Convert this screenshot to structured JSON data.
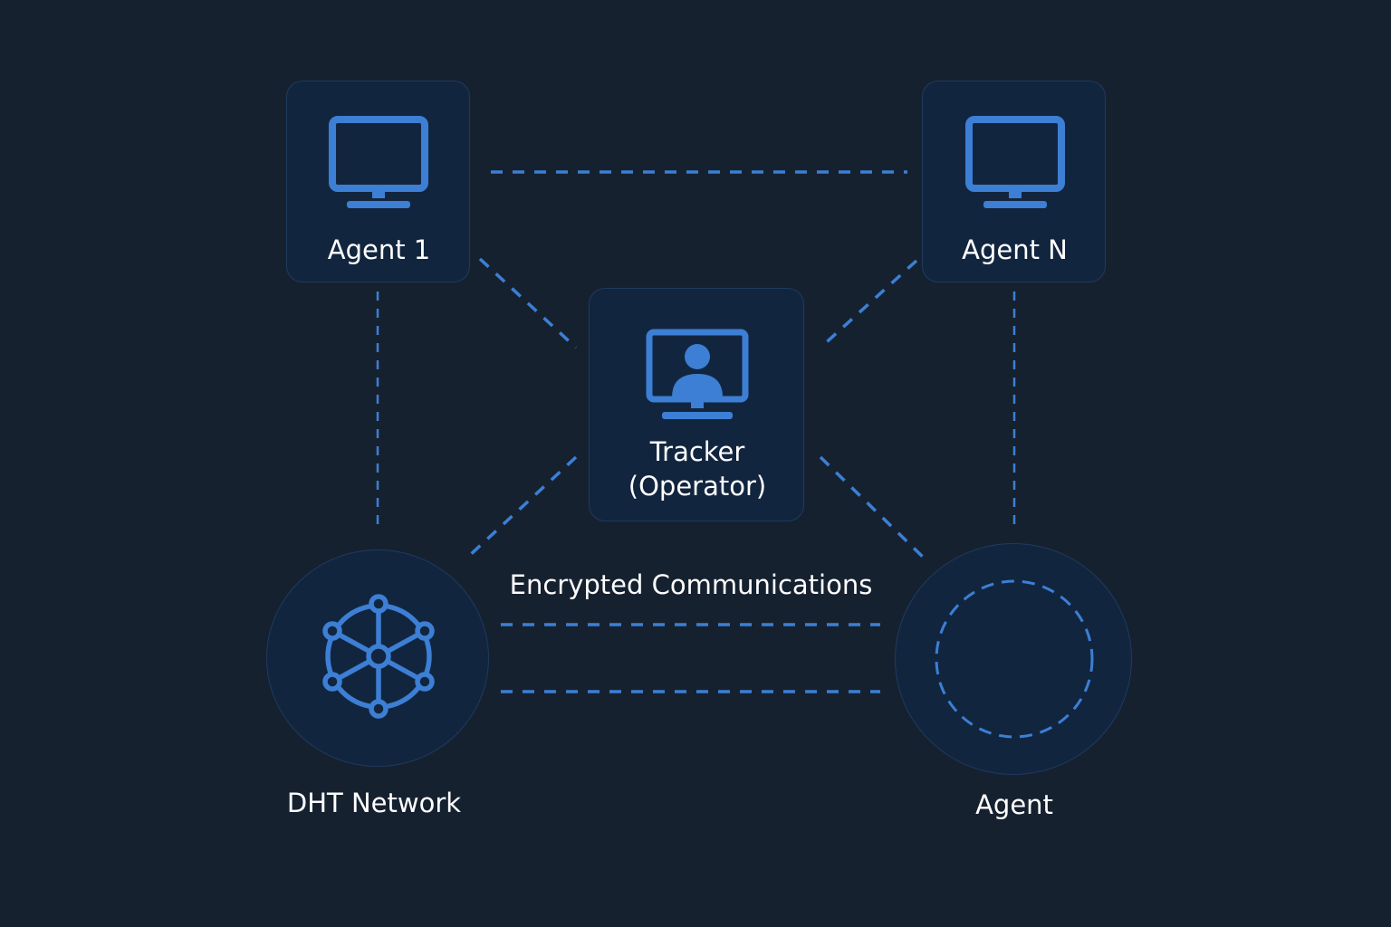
{
  "colors": {
    "background": "#162130",
    "node_fill": "#12253f",
    "node_border": "#1f3a5e",
    "accent": "#3c7fd4",
    "text": "#ffffff"
  },
  "nodes": {
    "agent_1": {
      "label": "Agent 1",
      "icon": "monitor-icon"
    },
    "agent_n": {
      "label": "Agent N",
      "icon": "monitor-icon"
    },
    "tracker": {
      "label_line1": "Tracker",
      "label_line2": "(Operator)",
      "icon": "user-monitor-icon"
    },
    "dht_network": {
      "label": "DHT Network",
      "icon": "network-hub-icon"
    },
    "agent": {
      "label": "Agent",
      "icon": "dashed-ring-icon"
    }
  },
  "channel": {
    "label": "Encrypted Communications"
  }
}
